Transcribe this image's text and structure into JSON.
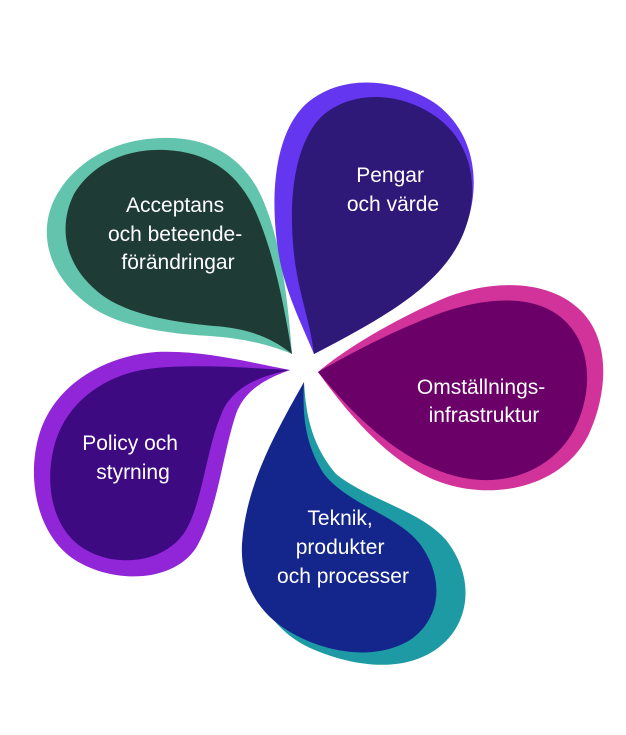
{
  "title": "",
  "petals": [
    {
      "id": "acceptans",
      "lines": [
        "Acceptans",
        "och beteende-",
        "förändringar"
      ],
      "fill": "#1f3b35",
      "edge": "#63c4ae"
    },
    {
      "id": "pengar",
      "lines": [
        "Pengar",
        "och värde"
      ],
      "fill": "#2e1878",
      "edge": "#6536f0"
    },
    {
      "id": "omstallning",
      "lines": [
        "Omställnings-",
        "infrastruktur"
      ],
      "fill": "#6b0068",
      "edge": "#d1339b"
    },
    {
      "id": "teknik",
      "lines": [
        "Teknik,",
        "produkter",
        "och processer"
      ],
      "fill": "#14268c",
      "edge": "#1e9aa4"
    },
    {
      "id": "policy",
      "lines": [
        "Policy och",
        "styrning"
      ],
      "fill": "#3d0a82",
      "edge": "#9125d8"
    }
  ]
}
